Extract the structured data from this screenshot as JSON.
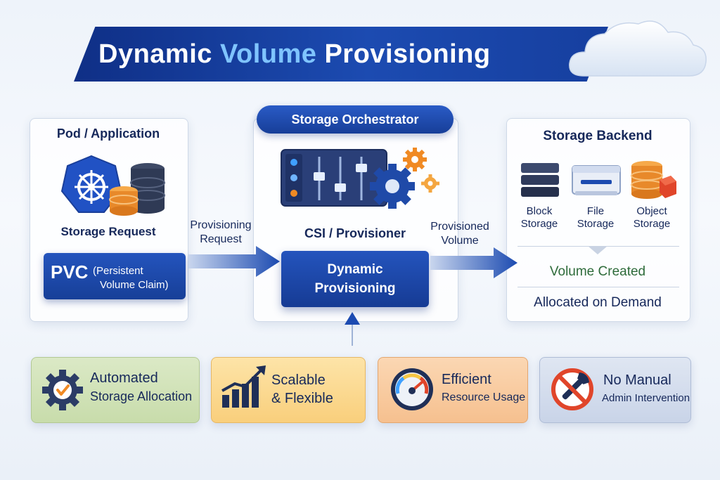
{
  "title": {
    "part1": "Dynamic ",
    "part2": "Volume",
    "part3": " Provisioning"
  },
  "pod_panel": {
    "heading": "Pod / Application",
    "storage_request": "Storage Request",
    "pvc_abbr": "PVC",
    "pvc_full_line1": "(Persistent",
    "pvc_full_line2": "Volume Claim)"
  },
  "arrows": {
    "provisioning_request_line1": "Provisioning",
    "provisioning_request_line2": "Request",
    "provisioned_volume_line1": "Provisioned",
    "provisioned_volume_line2": "Volume"
  },
  "orchestrator": {
    "label": "Storage Orchestrator",
    "csi_label": "CSI / Provisioner",
    "dynamic_line1": "Dynamic",
    "dynamic_line2": "Provisioning"
  },
  "backend": {
    "heading": "Storage Backend",
    "types": [
      {
        "line1": "Block",
        "line2": "Storage",
        "icon": "block-storage-icon"
      },
      {
        "line1": "File",
        "line2": "Storage",
        "icon": "file-storage-icon"
      },
      {
        "line1": "Object",
        "line2": "Storage",
        "icon": "object-storage-icon"
      }
    ],
    "volume_created": "Volume Created",
    "allocated": "Allocated on Demand"
  },
  "benefits": [
    {
      "line1": "Automated",
      "line2": "Storage Allocation",
      "icon": "gear-check-icon"
    },
    {
      "line1": "Scalable",
      "line2": "& Flexible",
      "icon": "growth-chart-icon"
    },
    {
      "line1": "Efficient",
      "line2": "Resource Usage",
      "icon": "gauge-icon"
    },
    {
      "line1": "No Manual",
      "line2": "Admin Intervention",
      "icon": "no-wrench-icon"
    }
  ],
  "colors": {
    "primary_blue": "#1c4bb1",
    "dark_navy": "#16285a",
    "accent_light_blue": "#7fc4ff",
    "success_green": "#2e6b3a",
    "orange": "#f08a24"
  }
}
